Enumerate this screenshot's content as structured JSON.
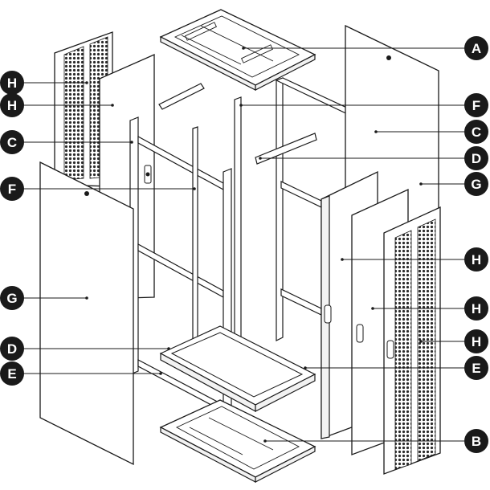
{
  "callouts": [
    {
      "id": "a",
      "letter": "A"
    },
    {
      "id": "h1",
      "letter": "H"
    },
    {
      "id": "h2",
      "letter": "H"
    },
    {
      "id": "f1",
      "letter": "F"
    },
    {
      "id": "c1",
      "letter": "C"
    },
    {
      "id": "c2",
      "letter": "C"
    },
    {
      "id": "d1",
      "letter": "D"
    },
    {
      "id": "f2",
      "letter": "F"
    },
    {
      "id": "g1",
      "letter": "G"
    },
    {
      "id": "g2",
      "letter": "G"
    },
    {
      "id": "h3",
      "letter": "H"
    },
    {
      "id": "h4",
      "letter": "H"
    },
    {
      "id": "h5",
      "letter": "H"
    },
    {
      "id": "d2",
      "letter": "D"
    },
    {
      "id": "e1",
      "letter": "E"
    },
    {
      "id": "e2",
      "letter": "E"
    },
    {
      "id": "b",
      "letter": "B"
    }
  ],
  "colors": {
    "badge": "#1a1a1a",
    "line": "#1a1a1a",
    "background": "#ffffff"
  }
}
